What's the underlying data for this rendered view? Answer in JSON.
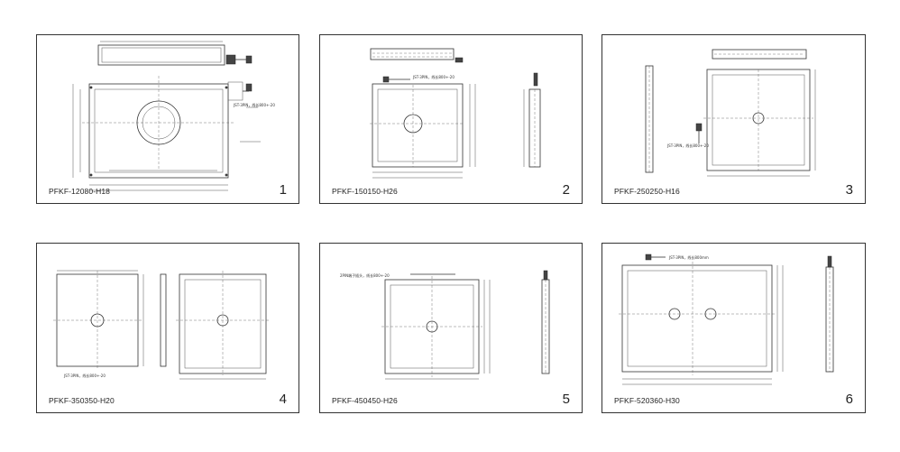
{
  "panels": [
    {
      "index": "1",
      "model": "PFKF-12080-H18",
      "cable_note": "JST-3PIN，线长800+-20"
    },
    {
      "index": "2",
      "model": "PFKF-150150-H26",
      "cable_note": "JST-3PIN，线长800+-20"
    },
    {
      "index": "3",
      "model": "PFKF-250250-H16",
      "cable_note": "JST-3PIN，线长800+-20"
    },
    {
      "index": "4",
      "model": "PFKF-350350-H20",
      "cable_note": "JST-3PIN，线长800+-20"
    },
    {
      "index": "5",
      "model": "PFKF-450450-H26",
      "cable_note": "2PIN端子插头，线长800+-20"
    },
    {
      "index": "6",
      "model": "PFKF-520360-H30",
      "cable_note": "JST-3PIN，线长800mm"
    }
  ]
}
